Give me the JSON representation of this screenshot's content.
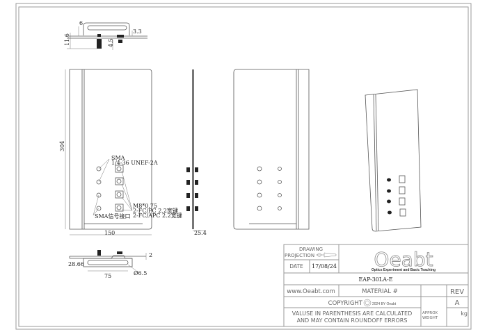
{
  "dimensions": {
    "top_6": "6",
    "top_3_3": "3.3",
    "top_11_6": "11.6",
    "top_4_5": "4.5",
    "height_304": "304",
    "width_150": "150",
    "side_25_4": "25.4",
    "bottom_28_66": "28.66",
    "bottom_75": "75",
    "bottom_2": "2",
    "bottom_06_5": "Ø6.5"
  },
  "callouts": {
    "sma": "SMA",
    "thread": "1/4-36 UNEF-2A",
    "sma_port": "SMA信号接口",
    "m8": "M8*0.75",
    "fc_pc": "2-FC/PC 2.2宽键",
    "fc_apc": "2-FC/APC 2.2宽键"
  },
  "title_block": {
    "drawing": "DRAWING",
    "projection": "PROJECTION",
    "date_label": "DATE",
    "date_value": "17/08/24",
    "logo_text": "Oeabt",
    "logo_tagline": "Optics Experiment and Basic Teaching",
    "part_number": "EAP-30LA-E",
    "website": "www.Oeabt.com",
    "material": "MATERIAL  #",
    "rev_label": "REV",
    "rev_value": "A",
    "copyright": "COPYRIGHT",
    "copyright_year": "2024 BY Oeabt",
    "note_line1": "VALUSE IN PARENTHESIS ARE CALCULATED",
    "note_line2": "AND MAY CONTAIN ROUNDOFF ERRORS",
    "approx": "APPROX",
    "weight": "WEIGHT",
    "unit": "kg"
  }
}
